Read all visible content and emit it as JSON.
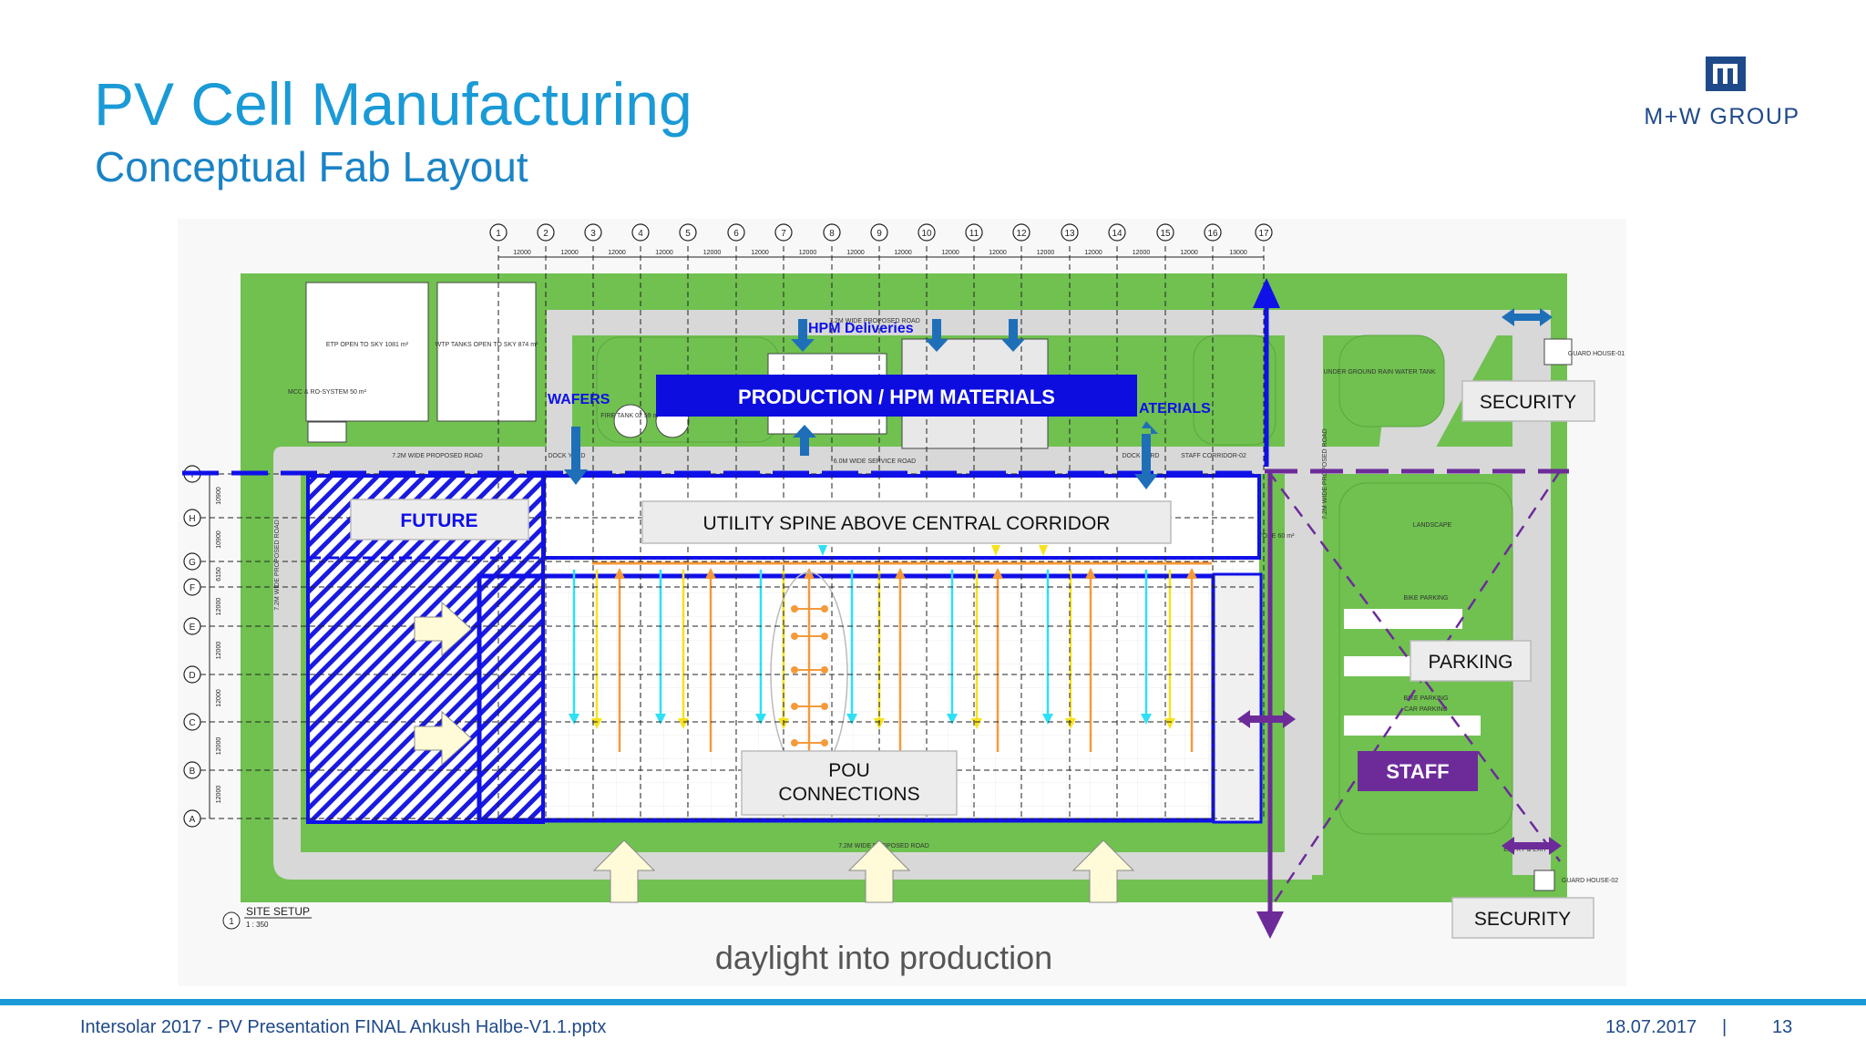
{
  "slide": {
    "title": "PV Cell Manufacturing",
    "subtitle": "Conceptual Fab Layout",
    "logo_text": "M+W GROUP"
  },
  "grid": {
    "columns": [
      "1",
      "2",
      "3",
      "4",
      "5",
      "6",
      "7",
      "8",
      "9",
      "10",
      "11",
      "12",
      "13",
      "14",
      "15",
      "16",
      "17"
    ],
    "column_spacings": [
      "12000",
      "12000",
      "12000",
      "12000",
      "12000",
      "12000",
      "12000",
      "12000",
      "12000",
      "12000",
      "12000",
      "12000",
      "12000",
      "12000",
      "12000",
      "13000"
    ],
    "rows": [
      "I",
      "H",
      "G",
      "F",
      "E",
      "D",
      "C",
      "B",
      "A"
    ],
    "row_spacings": [
      "10900",
      "10900",
      "6150",
      "12000",
      "12000",
      "12000",
      "12000",
      "12000"
    ]
  },
  "labels": {
    "production_hpm": "PRODUCTION / HPM MATERIALS",
    "hpm_deliveries": "HPM Deliveries",
    "wafers": "WAFERS",
    "materials": "ATERIALS",
    "future": "FUTURE",
    "utility_spine": "UTILITY SPINE ABOVE CENTRAL CORRIDOR",
    "pou_line1": "POU",
    "pou_line2": "CONNECTIONS",
    "security_top": "SECURITY",
    "security_bottom": "SECURITY",
    "parking": "PARKING",
    "staff": "STAFF",
    "daylight": "daylight into production"
  },
  "small_labels": {
    "road_top": "7.2M WIDE PROPOSED ROAD",
    "road_mid": "7.2M WIDE PROPOSED ROAD",
    "road_bottom": "7.2M WIDE PROPOSED ROAD",
    "service_road": "6.0M WIDE SERVICE ROAD",
    "road_left": "7.2M WIDE PROPOSED ROAD",
    "road_right": "7.2M WIDE PROPOSED ROAD",
    "dock_1": "DOCK YARD",
    "dock_2": "DOCK YARD",
    "staff_corridor": "STAFF CORRIDOR-02",
    "etp": "ETP OPEN TO SKY 1081 m²",
    "wtp": "WTP TANKS OPEN TO SKY 874 m²",
    "mcc": "MCC & RO-SYSTEM 50 m²",
    "fire_tank": "FIRE TANK 02 59 m²",
    "underground_tank": "UNDER GROUND RAIN WATER TANK",
    "landscape": "LANDSCAPE",
    "bike_parking_1": "BIKE PARKING",
    "bike_parking_2": "BIKE PARKING",
    "car_parking": "CAR PARKING",
    "guard_house_1": "GUARD HOUSE-01",
    "guard_house_2": "GUARD HOUSE-02",
    "spare_part": "SPARE PART STORE 60 m²",
    "entry_exit": "ENTRY & EXIT",
    "site_setup": "SITE SETUP",
    "site_scale": "1 : 350",
    "site_num": "1"
  },
  "colors": {
    "accent": "#1a9ad6",
    "dark_blue": "#1f4a8a",
    "grass": "#70c150",
    "building_blue": "#1010e8",
    "purple": "#6d2b9a",
    "cyan": "#2ee0f5",
    "orange": "#f59a3a",
    "yellow": "#f7e21c",
    "arrow_blue": "#1f6fb8"
  },
  "footer": {
    "left": "Intersolar 2017 - PV Presentation FINAL Ankush Halbe-V1.1.pptx",
    "date": "18.07.2017",
    "separator": "|",
    "page": "13"
  }
}
